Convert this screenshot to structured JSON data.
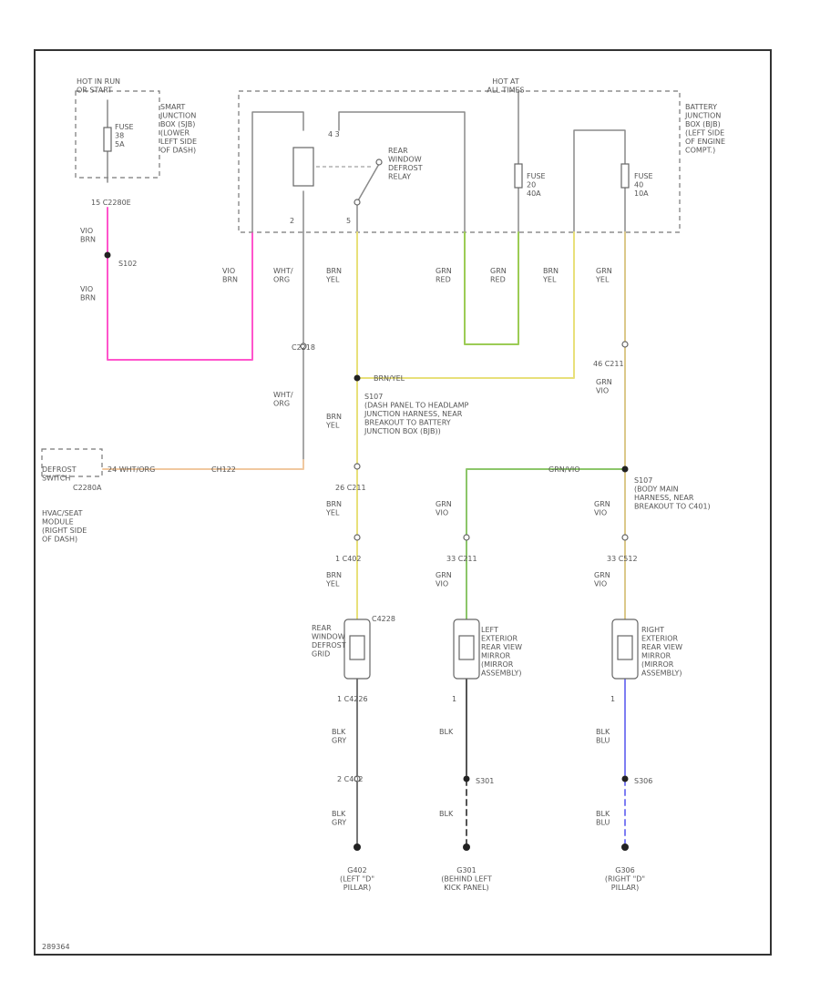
{
  "colors": {
    "brn_yel": "#e8e07a",
    "grn_red": "#9ccc55",
    "grn_vio": "#8cc66a",
    "grn_yel": "#dbc88a",
    "vio_brn": "#ff55cc",
    "wht_org": "#f0c8a0",
    "blk_blu": "#7e7ef2",
    "blk": "#555555",
    "wire_grey": "#8a8a8a"
  },
  "labels": {
    "hot_in_run": "HOT IN RUN\nOR START",
    "hot_at_all_times": "HOT AT\nALL TIMES",
    "fuse_sjb": "FUSE\n38\n5A",
    "sjb": "SMART\nJUNCTION\nBOX (SJB)\n(LOWER\nLEFT SIDE\nOF DASH)",
    "fuse_40a": "FUSE\n20\n40A",
    "fuse_10a": "FUSE\n40\n10A",
    "bjb": "BATTERY\nJUNCTION\nBOX (BJB)\n(LEFT SIDE\nOF ENGINE\nCOMPT.)",
    "relay": "REAR\nWINDOW\nDEFROST\nRELAY",
    "relay_pins": "4  3",
    "relay_pin_2": "2",
    "relay_pin_5": "5",
    "c2280e": "15  C2280E",
    "vio_brn_1": "VIO\nBRN",
    "s102": "S102",
    "vio_brn_2": "VIO\nBRN",
    "vio_brn_3": "VIO\nBRN",
    "wht_org_1": "WHT/\nORG",
    "brn_yel_1": "BRN\nYEL",
    "grn_red_1": "GRN\nRED",
    "grn_red_2": "GRN\nRED",
    "brn_yel_2": "BRN\nYEL",
    "grn_yel_top": "GRN\nYEL",
    "c2218": "C2218",
    "c211_top_pin": "46  C211",
    "grn_vio_top": "GRN\nVIO",
    "brn_yel_bus": "BRN/YEL",
    "wht_org_2": "WHT/\nORG",
    "s107": "S107\n(DASH PANEL TO HEADLAMP\nJUNCTION HARNESS, NEAR\nBREAKOUT TO BATTERY\nJUNCTION BOX (BJB))",
    "brn_yel_3": "BRN\nYEL",
    "defrost_sw": "DEFROST\nSWITCH",
    "c2280a": "C2280A",
    "hvac_module": "HVAC/SEAT\nMODULE\n(RIGHT SIDE\nOF DASH)",
    "defrost_pin": "24   WHT/ORG",
    "ch122": "CH122",
    "grn_vio_bus": "GRN/VIO",
    "s107b": "S107\n(BODY MAIN\nHARNESS, NEAR\nBREAKOUT TO C401)",
    "c211_mid": "26   C211",
    "brn_yel_4": "BRN\nYEL",
    "grn_vio_2": "GRN\nVIO",
    "grn_vio_3": "GRN\nVIO",
    "c402_mid": "1   C402",
    "c211_left": "33   C211",
    "c512": "33   C512",
    "brn_yel_5": "BRN\nYEL",
    "grn_vio_4": "GRN\nVIO",
    "grn_vio_5": "GRN\nVIO",
    "c4228": "C4228",
    "rear_defrost_grid": "REAR\nWINDOW\nDEFROST\nGRID",
    "left_mirror": "LEFT\nEXTERIOR\nREAR VIEW\nMIRROR\n(MIRROR\nASSEMBLY)",
    "right_mirror": "RIGHT\nEXTERIOR\nREAR VIEW\nMIRROR\n(MIRROR\nASSEMBLY)",
    "c4226": "1   C4226",
    "pin_left_1": "1",
    "pin_right_1": "1",
    "blk_gry_1": "BLK\nGRY",
    "blk_1": "BLK",
    "blk_blu_1": "BLK\nBLU",
    "c402_low": "2   C402",
    "s301": "S301",
    "s306": "S306",
    "blk_gry_2": "BLK\nGRY",
    "blk_2": "BLK",
    "blk_blu_2": "BLK\nBLU",
    "g402": "G402\n(LEFT \"D\"\nPILLAR)",
    "g301": "G301\n(BEHIND LEFT\nKICK PANEL)",
    "g306": "G306\n(RIGHT \"D\"\nPILLAR)",
    "footer_id": "289364"
  }
}
